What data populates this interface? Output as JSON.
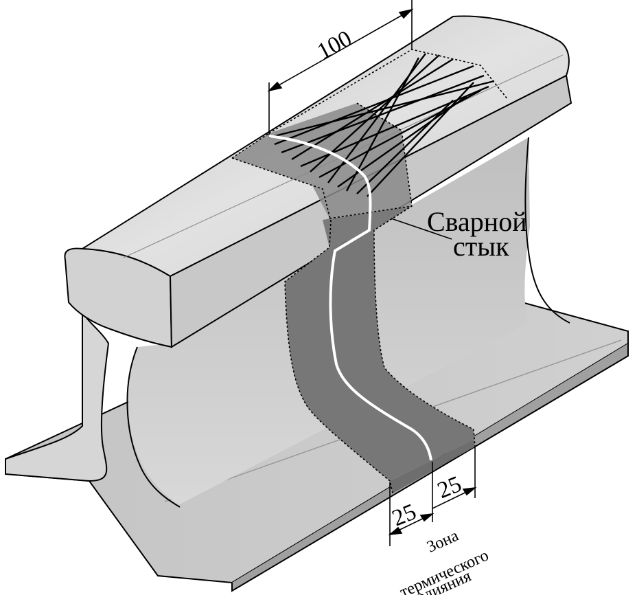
{
  "diagram": {
    "dimension_top": "100",
    "weld_label_line1": "Сварной",
    "weld_label_line2": "стык",
    "dimension_left": "25",
    "dimension_right": "25",
    "zone_line1": "Зона",
    "zone_line2": "термического",
    "zone_line3": "влияния"
  },
  "colors": {
    "rail_light": "#d4d4d4",
    "rail_mid": "#bdbdbd",
    "rail_dark": "#a8a8a8",
    "heat_zone": "#7a7a7a",
    "weld_line": "#ffffff",
    "outline": "#000000"
  }
}
